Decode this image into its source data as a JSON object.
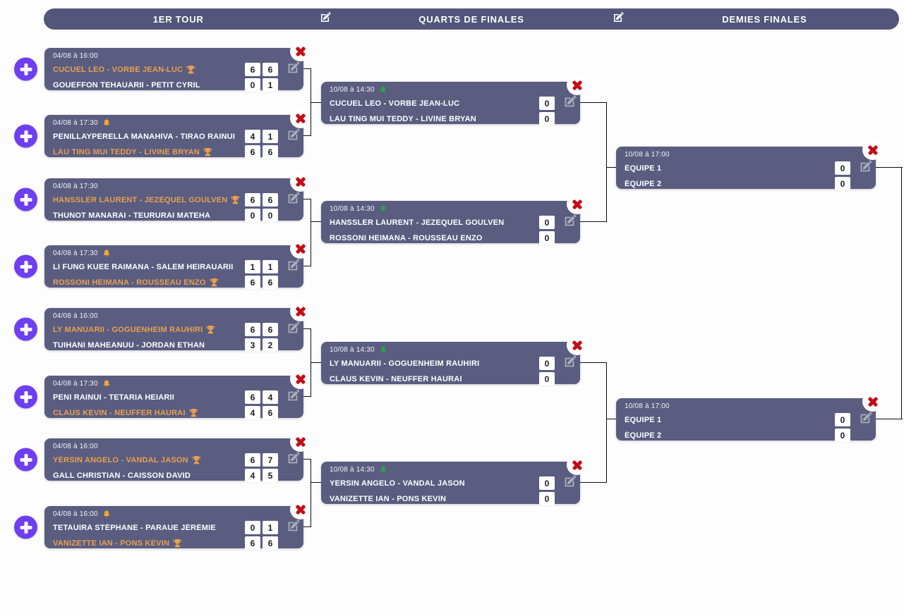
{
  "header": {
    "round_labels": [
      "1ER TOUR",
      "QUARTS DE FINALES",
      "DEMIES FINALES"
    ]
  },
  "icons": {
    "add": "plus-circle",
    "edit": "pencil-square",
    "delete": "cross-x",
    "reminder": "bell",
    "winner": "trophy"
  },
  "colors": {
    "header_bg": "#53567a",
    "card_bg": "#5a5d80",
    "accent_purple": "#6f3ef2",
    "winner_orange": "#ea9f4e",
    "delete_red": "#c20d18",
    "bell_yellow": "#f5a62d",
    "bell_green": "#2f9e4e"
  },
  "round1": {
    "matches": [
      {
        "time": "04/08 à 16:00",
        "reminder": false,
        "teams": [
          {
            "name": "CUCUEL LEO - VORBE JEAN-LUC",
            "winner": true,
            "scores": [
              "6",
              "6"
            ]
          },
          {
            "name": "GOUEFFON TEHAUARII - PETIT CYRIL",
            "winner": false,
            "scores": [
              "0",
              "1"
            ]
          }
        ]
      },
      {
        "time": "04/08 à 17:30",
        "reminder": true,
        "teams": [
          {
            "name": "PENILLAYPERELLA MANAHIVA - TIRAO RAINUI",
            "winner": false,
            "scores": [
              "4",
              "1"
            ]
          },
          {
            "name": "LAU TING MUI TEDDY - LIVINE BRYAN",
            "winner": true,
            "scores": [
              "6",
              "6"
            ]
          }
        ]
      },
      {
        "time": "04/08 à 17:30",
        "reminder": false,
        "teams": [
          {
            "name": "HANSSLER LAURENT - JEZEQUEL GOULVEN",
            "winner": true,
            "scores": [
              "6",
              "6"
            ]
          },
          {
            "name": "THUNOT MANARAI - TEURURAI MATEHA",
            "winner": false,
            "scores": [
              "0",
              "0"
            ]
          }
        ]
      },
      {
        "time": "04/08 à 17:30",
        "reminder": true,
        "teams": [
          {
            "name": "LI FUNG KUEE RAIMANA - SALEM HEIRAUARII",
            "winner": false,
            "scores": [
              "1",
              "1"
            ]
          },
          {
            "name": "ROSSONI HEIMANA - ROUSSEAU ENZO",
            "winner": true,
            "scores": [
              "6",
              "6"
            ]
          }
        ]
      },
      {
        "time": "04/08 à 16:00",
        "reminder": false,
        "teams": [
          {
            "name": "LY MANUARII - GOGUENHEIM RAUHIRI",
            "winner": true,
            "scores": [
              "6",
              "6"
            ]
          },
          {
            "name": "TUIHANI MAHEANUU - JORDAN ETHAN",
            "winner": false,
            "scores": [
              "3",
              "2"
            ]
          }
        ]
      },
      {
        "time": "04/08 à 17:30",
        "reminder": true,
        "teams": [
          {
            "name": "PENI RAINUI - TETARIA HEIARII",
            "winner": false,
            "scores": [
              "6",
              "4"
            ]
          },
          {
            "name": "CLAUS KEVIN - NEUFFER HAURAI",
            "winner": true,
            "scores": [
              "4",
              "6"
            ]
          }
        ]
      },
      {
        "time": "04/08 à 16:00",
        "reminder": false,
        "teams": [
          {
            "name": "YERSIN ANGELO - VANDAL JASON",
            "winner": true,
            "scores": [
              "6",
              "7"
            ]
          },
          {
            "name": "GALL CHRISTIAN - CAISSON DAVID",
            "winner": false,
            "scores": [
              "4",
              "5"
            ]
          }
        ]
      },
      {
        "time": "04/08 à 16:00",
        "reminder": true,
        "teams": [
          {
            "name": "TETAUIRA STÉPHANE - PARAUE JÉRÉMIE",
            "winner": false,
            "scores": [
              "0",
              "1"
            ]
          },
          {
            "name": "VANIZETTE IAN - PONS KEVIN",
            "winner": true,
            "scores": [
              "6",
              "6"
            ]
          }
        ]
      }
    ]
  },
  "quarters": {
    "matches": [
      {
        "time": "10/08 à 14:30",
        "reminder": true,
        "teams": [
          {
            "name": "CUCUEL LEO - VORBE JEAN-LUC",
            "score": "0"
          },
          {
            "name": "LAU TING MUI TEDDY - LIVINE BRYAN",
            "score": "0"
          }
        ]
      },
      {
        "time": "10/08 à 14:30",
        "reminder": true,
        "teams": [
          {
            "name": "HANSSLER LAURENT - JEZEQUEL GOULVEN",
            "score": "0"
          },
          {
            "name": "ROSSONI HEIMANA - ROUSSEAU ENZO",
            "score": "0"
          }
        ]
      },
      {
        "time": "10/08 à 14:30",
        "reminder": true,
        "teams": [
          {
            "name": "LY MANUARII - GOGUENHEIM RAUHIRI",
            "score": "0"
          },
          {
            "name": "CLAUS KEVIN - NEUFFER HAURAI",
            "score": "0"
          }
        ]
      },
      {
        "time": "10/08 à 14:30",
        "reminder": true,
        "teams": [
          {
            "name": "YERSIN ANGELO - VANDAL JASON",
            "score": "0"
          },
          {
            "name": "VANIZETTE IAN - PONS KEVIN",
            "score": "0"
          }
        ]
      }
    ]
  },
  "semis": {
    "matches": [
      {
        "time": "10/08 à 17:00",
        "reminder": false,
        "teams": [
          {
            "name": "ÉQUIPE 1",
            "score": "0"
          },
          {
            "name": "ÉQUIPE 2",
            "score": "0"
          }
        ]
      },
      {
        "time": "10/08 à 17:00",
        "reminder": false,
        "teams": [
          {
            "name": "ÉQUIPE 1",
            "score": "0"
          },
          {
            "name": "ÉQUIPE 2",
            "score": "0"
          }
        ]
      }
    ]
  }
}
